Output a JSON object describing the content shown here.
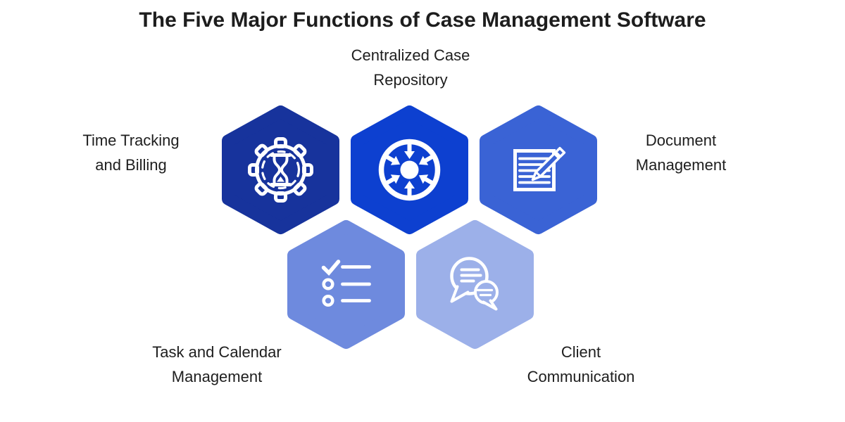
{
  "title": "The Five Major Functions of Case Management Software",
  "background_color": "#ffffff",
  "text_color": "#1e1e1e",
  "icon_stroke": "#ffffff",
  "functions": [
    {
      "id": "time-tracking",
      "label": "Time Tracking and Billing",
      "label_line1": "Time Tracking",
      "label_line2": "and Billing",
      "icon": "gear-hourglass-icon",
      "hex_color": "#17339c",
      "label_position": "left"
    },
    {
      "id": "centralized-repository",
      "label": "Centralized Case Repository",
      "label_line1": "Centralized Case",
      "label_line2": "Repository",
      "icon": "inward-arrows-icon",
      "hex_color": "#0d40d0",
      "label_position": "top"
    },
    {
      "id": "document-management",
      "label": "Document Management",
      "label_line1": "Document",
      "label_line2": "Management",
      "icon": "document-pencil-icon",
      "hex_color": "#3a63d5",
      "label_position": "right"
    },
    {
      "id": "task-calendar",
      "label": "Task and Calendar Management",
      "label_line1": "Task and Calendar",
      "label_line2": "Management",
      "icon": "checklist-icon",
      "hex_color": "#6e8ade",
      "label_position": "bottom-left"
    },
    {
      "id": "client-communication",
      "label": "Client Communication",
      "label_line1": "Client",
      "label_line2": "Communication",
      "icon": "chat-bubbles-icon",
      "hex_color": "#9cb0e9",
      "label_position": "bottom-right"
    }
  ]
}
